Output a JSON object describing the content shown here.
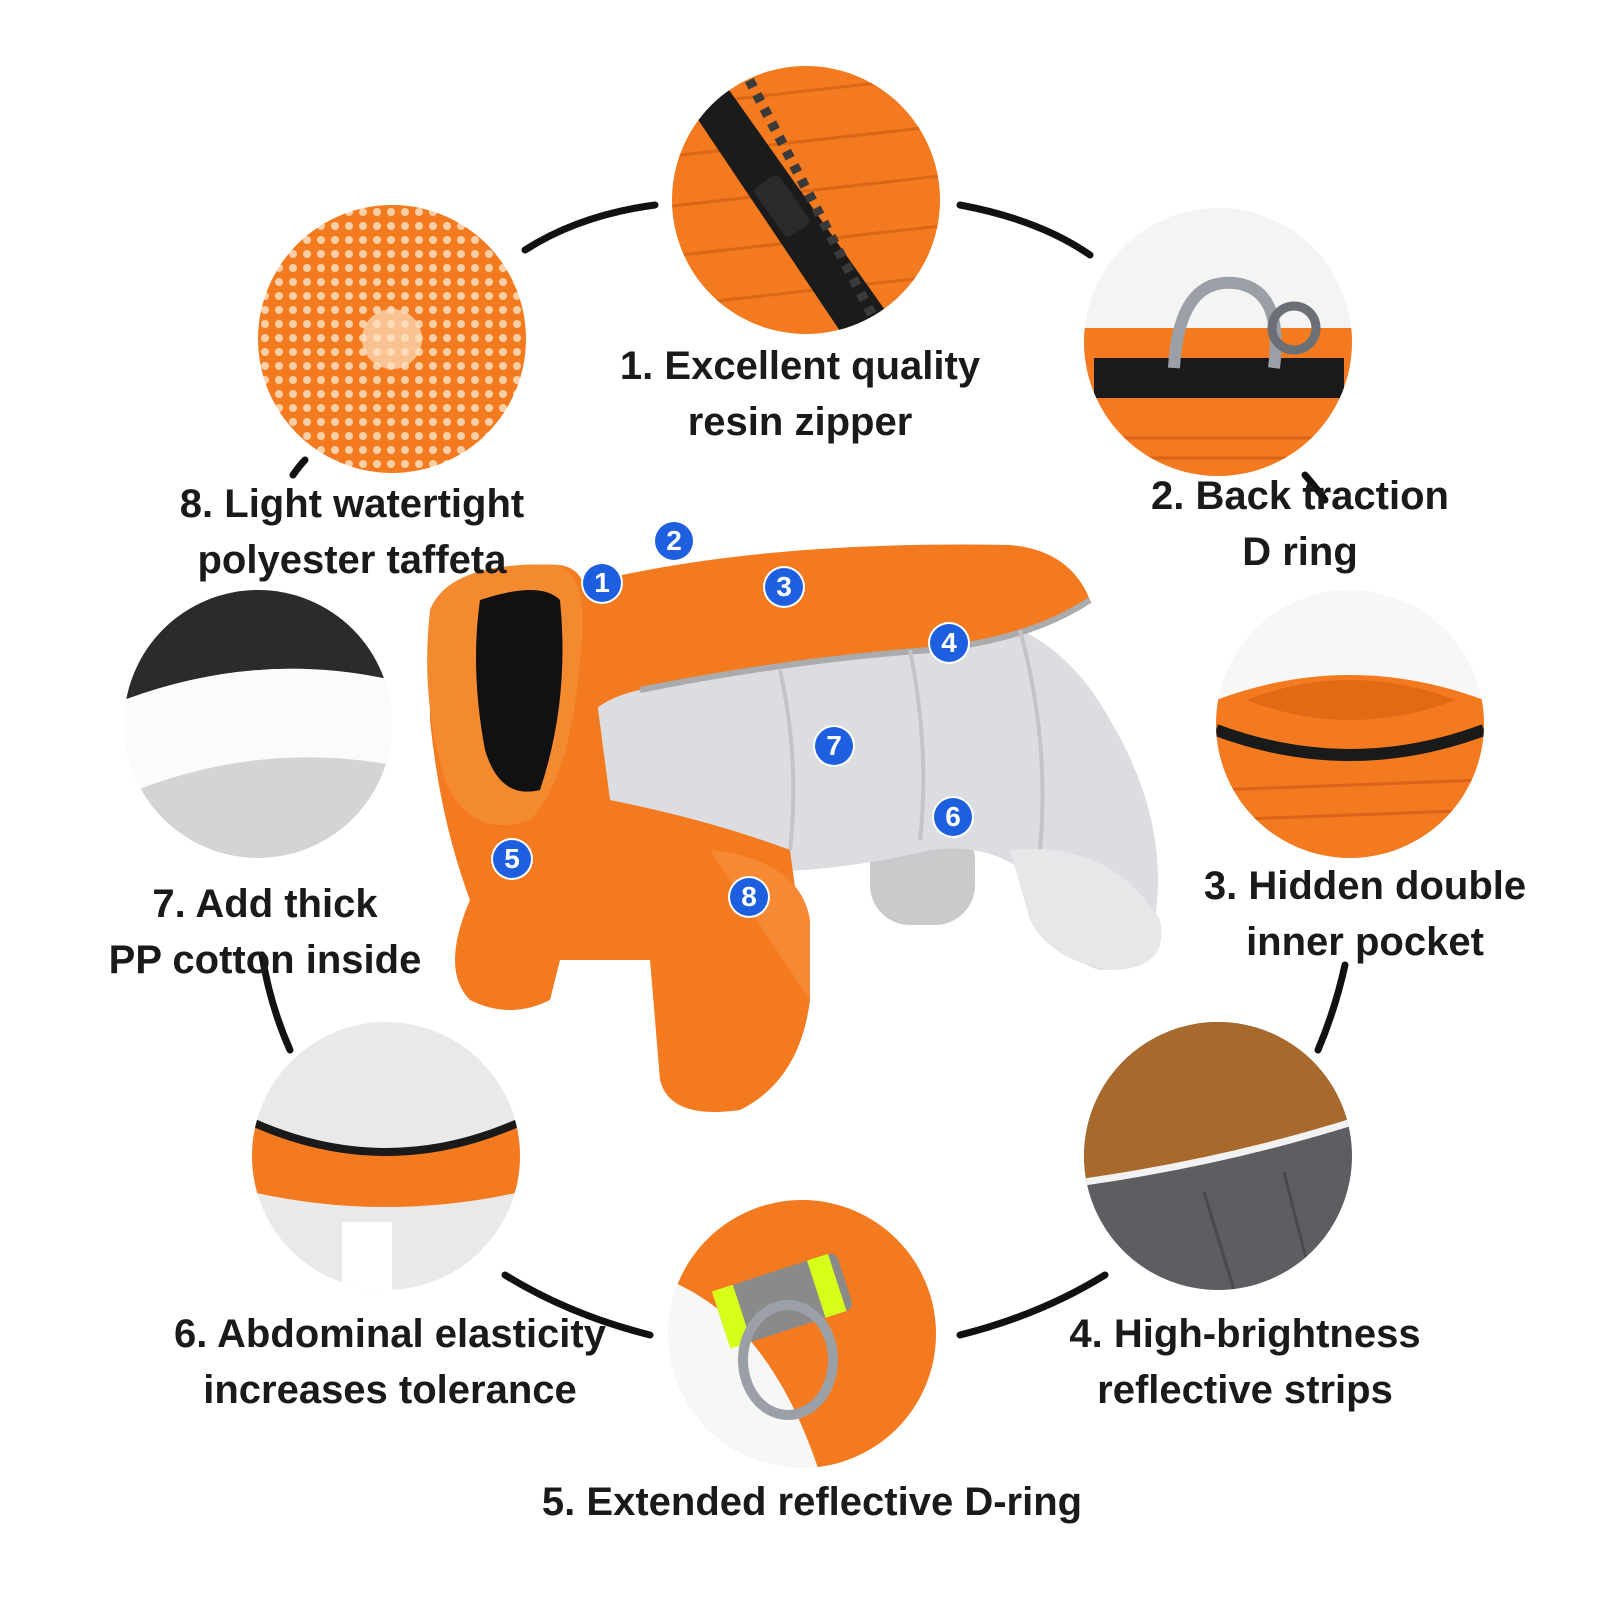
{
  "features": [
    {
      "number": "1",
      "line1": "1. Excellent quality",
      "line2": "resin zipper"
    },
    {
      "number": "2",
      "line1": "2. Back traction",
      "line2": "D ring"
    },
    {
      "number": "3",
      "line1": "3. Hidden double",
      "line2": "inner pocket"
    },
    {
      "number": "4",
      "line1": "4. High-brightness",
      "line2": "reflective strips"
    },
    {
      "number": "5",
      "line1": "5. Extended reflective D-ring",
      "line2": ""
    },
    {
      "number": "6",
      "line1": "6. Abdominal elasticity",
      "line2": "increases tolerance"
    },
    {
      "number": "7",
      "line1": "7. Add thick",
      "line2": "PP cotton inside"
    },
    {
      "number": "8",
      "line1": "8. Light watertight",
      "line2": "polyester taffeta"
    }
  ],
  "colors": {
    "accent_orange": "#f47a1f",
    "silver": "#d9dadc",
    "badge_blue": "#1e5fe0",
    "text": "#1a1a1a"
  },
  "icons": [
    "zipper-detail",
    "d-ring-detail",
    "pocket-detail",
    "reflective-strip-detail",
    "reflective-d-ring-detail",
    "elastic-band-detail",
    "pp-cotton-detail",
    "taffeta-fabric-detail"
  ]
}
